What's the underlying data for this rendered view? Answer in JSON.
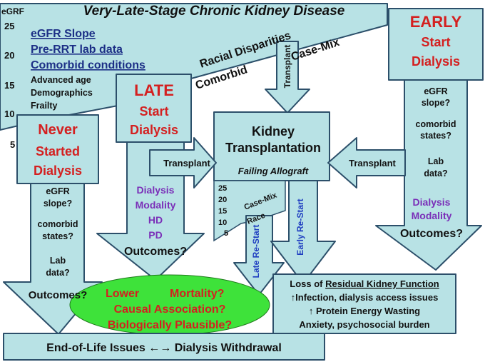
{
  "title": "Very-Late-Stage Chronic Kidney Disease",
  "egfr_axis": {
    "label": "eGRF",
    "ticks": [
      "25",
      "20",
      "15",
      "10",
      "5"
    ]
  },
  "factors_underlined": [
    "eGFR Slope",
    "Pre-RRT lab data",
    "Comorbid conditions"
  ],
  "factors_plain": [
    "Advanced age",
    "Demographics",
    "Frailty"
  ],
  "diagonal_labels": {
    "racial": "Racial Disparities",
    "casemix": "Case-Mix",
    "comorbid": "Comorbid"
  },
  "early_start": {
    "line1": "EARLY",
    "line2": "Start",
    "line3": "Dialysis",
    "questions": [
      "eGFR",
      "slope?",
      "comorbid",
      "states?",
      "Lab",
      "data?"
    ],
    "modality": [
      "Dialysis",
      "Modality"
    ],
    "outcomes": "Outcomes?"
  },
  "late_start": {
    "line1": "LATE",
    "line2": "Start",
    "line3": "Dialysis",
    "modality": [
      "Dialysis",
      "Modality",
      "HD",
      "PD"
    ],
    "outcomes": "Outcomes?"
  },
  "never_started": {
    "line1": "Never",
    "line2": "Started",
    "line3": "Dialysis",
    "questions": [
      "eGFR",
      "slope?",
      "comorbid",
      "states?",
      "Lab",
      "data?"
    ],
    "outcomes": "Outcomes?"
  },
  "transplant": {
    "title_line1": "Kidney",
    "title_line2": "Transplantation",
    "failing": "Failing Allograft",
    "left_arrow": "Transplant",
    "right_arrow": "Transplant",
    "top_arrow": "Transplant",
    "mini_ticks": [
      "25",
      "20",
      "15",
      "10",
      "5"
    ],
    "casemix": "Case-Mix",
    "race": "Race",
    "late_restart": "Late Re-Start",
    "early_restart": "Early Re-Start"
  },
  "ellipse": {
    "line1_a": "Lower",
    "line1_b": "Mortality?",
    "line2": "Causal Association?",
    "line3": "Biologically Plausible?"
  },
  "residual": {
    "prefix": "Loss of ",
    "underlined": "Residual Kidney Function",
    "line2": "↑Infection, dialysis access issues",
    "line3": "↑ Protein Energy Wasting",
    "line4": "Anxiety, psychosocial burden"
  },
  "bottom_bar": "End-of-Life Issues ←→ Dialysis Withdrawal",
  "colors": {
    "fill": "#b8e2e5",
    "stroke": "#2c4f6a",
    "red": "#d42020",
    "navy": "#1c2f86",
    "purple": "#7a2fb8",
    "blue": "#1d3cc0",
    "ellipse": "#3ee23a",
    "black": "#111111"
  }
}
